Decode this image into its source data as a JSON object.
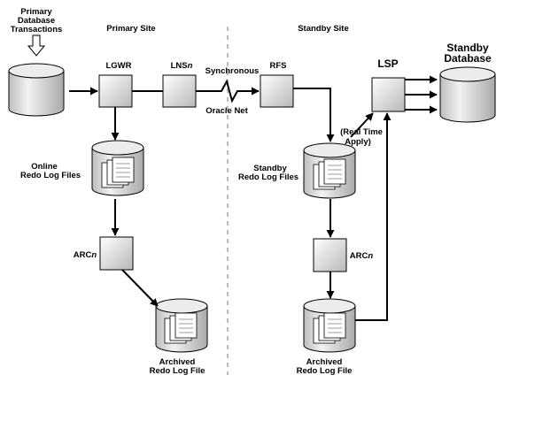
{
  "primary_site": "Primary Site",
  "standby_site": "Standby Site",
  "primary_transactions": [
    "Primary",
    "Database",
    "Transactions"
  ],
  "lgwr": "LGWR",
  "lns": {
    "prefix": "LNS",
    "suffix": "n"
  },
  "synchronous": "Synchronous",
  "oracle_net": "Oracle Net",
  "rfs": "RFS",
  "lsp": "LSP",
  "standby_database": [
    "Standby",
    "Database"
  ],
  "real_time_apply": [
    "(Real Time",
    "Apply)"
  ],
  "online_redo": [
    "Online",
    "Redo Log Files"
  ],
  "standby_redo": [
    "Standby",
    "Redo Log Files"
  ],
  "arc": {
    "prefix": "ARC",
    "suffix": "n"
  },
  "archived_redo": [
    "Archived",
    "Redo Log File"
  ]
}
